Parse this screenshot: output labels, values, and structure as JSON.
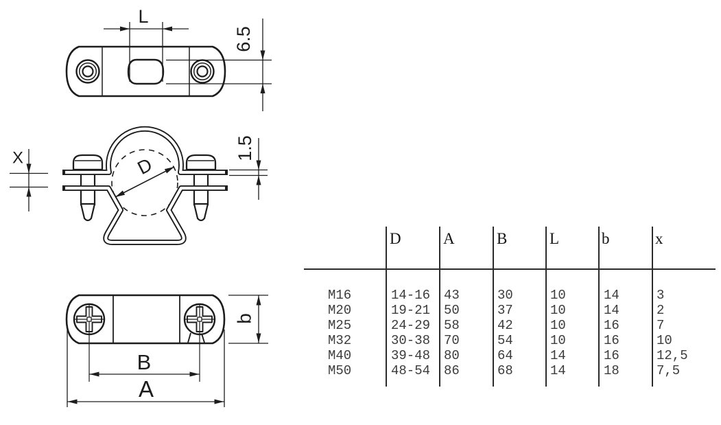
{
  "drawing": {
    "top_view": {
      "length_label": "L",
      "slot_height_label": "6.5"
    },
    "side_view": {
      "offset_label": "X",
      "diameter_label": "D",
      "thickness_label": "1.5"
    },
    "bottom_view": {
      "plate_width_label": "b",
      "hole_spacing_label": "B",
      "overall_length_label": "A"
    }
  },
  "table": {
    "headers": [
      "D",
      "A",
      "B",
      "L",
      "b",
      "x"
    ],
    "rows": [
      {
        "label": "M16",
        "values": [
          "14-16",
          "43",
          "30",
          "10",
          "14",
          "3"
        ]
      },
      {
        "label": "M20",
        "values": [
          "19-21",
          "50",
          "37",
          "10",
          "14",
          "2"
        ]
      },
      {
        "label": "M25",
        "values": [
          "24-29",
          "58",
          "42",
          "10",
          "16",
          "7"
        ]
      },
      {
        "label": "M32",
        "values": [
          "30-38",
          "70",
          "54",
          "10",
          "16",
          "10"
        ]
      },
      {
        "label": "M40",
        "values": [
          "39-48",
          "80",
          "64",
          "14",
          "16",
          "12,5"
        ]
      },
      {
        "label": "M50",
        "values": [
          "48-54",
          "86",
          "68",
          "14",
          "18",
          "7,5"
        ]
      }
    ]
  },
  "colors": {
    "line": "#1d1d1d",
    "table_text": "#3c3c3c",
    "table_rule": "#2b2b2b"
  }
}
